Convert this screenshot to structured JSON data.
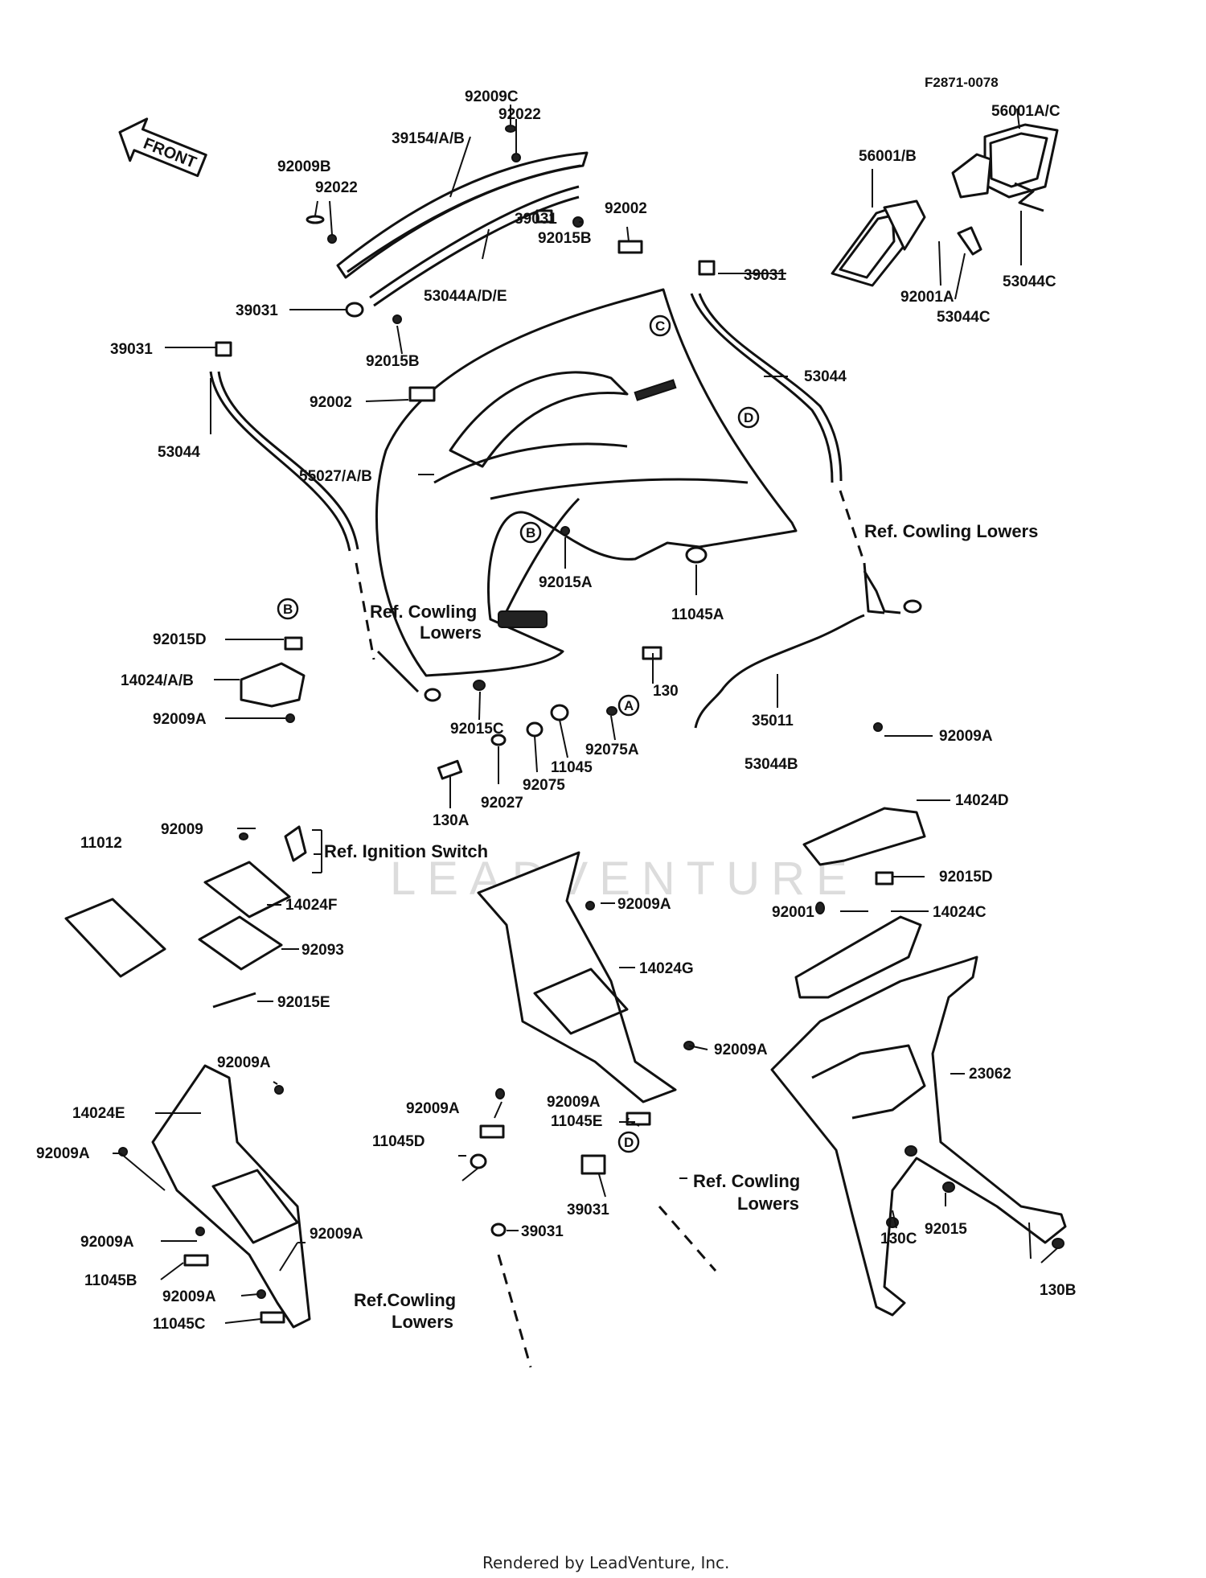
{
  "diagram_code": "F2871-0078",
  "front_label": "FRONT",
  "watermark": "LEADVENTURE",
  "footer": "Rendered by LeadVenture, Inc.",
  "labels": {
    "p_92009C": "92009C",
    "p_92022_top": "92022",
    "p_39154": "39154/A/B",
    "p_92009B": "92009B",
    "p_92022_left": "92022",
    "p_92002_top": "92002",
    "p_39031_mid": "39031",
    "p_92015B_mid": "92015B",
    "p_39031_left": "39031",
    "p_53044ADE": "53044A/D/E",
    "p_92015B_left": "92015B",
    "p_39031_topright": "39031",
    "p_39031_farleft": "39031",
    "p_92002_left": "92002",
    "p_53044_left": "53044",
    "p_55027": "55027/A/B",
    "p_53044_right": "53044",
    "p_56001AC": "56001A/C",
    "p_56001B": "56001/B",
    "p_92001A": "92001A",
    "p_53044C_a": "53044C",
    "p_53044C_b": "53044C",
    "p_92015A": "92015A",
    "p_11045A": "11045A",
    "p_92015D_left": "92015D",
    "p_14024AB": "14024/A/B",
    "p_92009A_1": "92009A",
    "p_92015C": "92015C",
    "p_130": "130",
    "p_92075A": "92075A",
    "p_11045": "11045",
    "p_92075": "92075",
    "p_92027": "92027",
    "p_130A": "130A",
    "p_35011": "35011",
    "p_92009A_2": "92009A",
    "p_53044B": "53044B",
    "p_14024D": "14024D",
    "p_92015D_right": "92015D",
    "p_92009": "92009",
    "p_11012": "11012",
    "p_14024F": "14024F",
    "p_92093": "92093",
    "p_92015E": "92015E",
    "p_92009A_3": "92009A",
    "p_14024G": "14024G",
    "p_92001": "92001",
    "p_14024C": "14024C",
    "p_92009A_4": "92009A",
    "p_23062": "23062",
    "p_92009A_5": "92009A",
    "p_14024E": "14024E",
    "p_92009A_6": "92009A",
    "p_92009A_7": "92009A",
    "p_11045D": "11045D",
    "p_92009A_8": "92009A",
    "p_11045E": "11045E",
    "p_92015": "92015",
    "p_39031_bottom1": "39031",
    "p_39031_bottom2": "39031",
    "p_130C": "130C",
    "p_92009A_9": "92009A",
    "p_92009A_10": "92009A",
    "p_11045B": "11045B",
    "p_92009A_11": "92009A",
    "p_11045C": "11045C",
    "p_130B": "130B"
  },
  "refs": {
    "cowling_lowers_right": "Ref. Cowling Lowers",
    "cowling_lowers_mid_1": "Ref. Cowling",
    "cowling_lowers_mid_2": "Lowers",
    "ignition_switch": "Ref. Ignition Switch",
    "cowling_lowers_bottom_1": "Ref. Cowling",
    "cowling_lowers_bottom_2": "Lowers",
    "cowling_lowers_bl_1": "Ref.Cowling",
    "cowling_lowers_bl_2": "Lowers"
  },
  "markers": {
    "A": "A",
    "B": "B",
    "C": "C",
    "D": "D"
  }
}
